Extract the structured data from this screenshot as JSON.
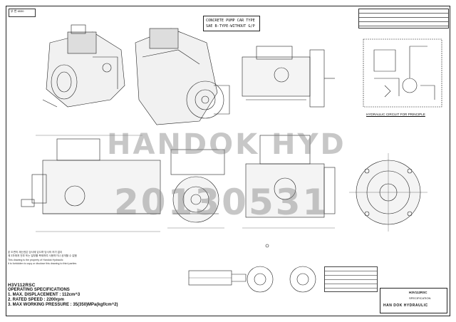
{
  "drawing": {
    "title_lines": [
      "CONCRETE PUMP CAR TYPE",
      "SAE B-TYPE-WITHOUT G/P"
    ],
    "revision_box": "부 번 6530"
  },
  "watermark": {
    "line1": "HANDOK HYD",
    "line2": "20130531"
  },
  "labels": {
    "hydraulic_circuit": "HYDRAULIC CIRCUIT FOR PRINCIPLE"
  },
  "notes_korean": [
    "본 도면의 재산권은 당사에 있으며 당사의 허가 없이",
    "제 3자에게 전부 또는 일부를 복제하여 사용하거나 공개할 수 없음",
    "This drawing is the property of Handok Hydraulic",
    "It is forbidden to copy or disclose this drawing to third parties"
  ],
  "specifications": {
    "model": "H3V112RSC",
    "heading": "OPERATING SPECIFICATIONS",
    "items": [
      "1. MAX. DISPLACEMENT : 112cm^3",
      "2. RATED SPEED : 2200rpm",
      "3. MAX WORKING PRESSURE : 35(350)MPa(kgf/cm^2)"
    ]
  },
  "title_block": {
    "model": "H3V112RSC",
    "doc_type": "SPECIFICATION",
    "company": "HAN DOK HYDRAULIC"
  }
}
